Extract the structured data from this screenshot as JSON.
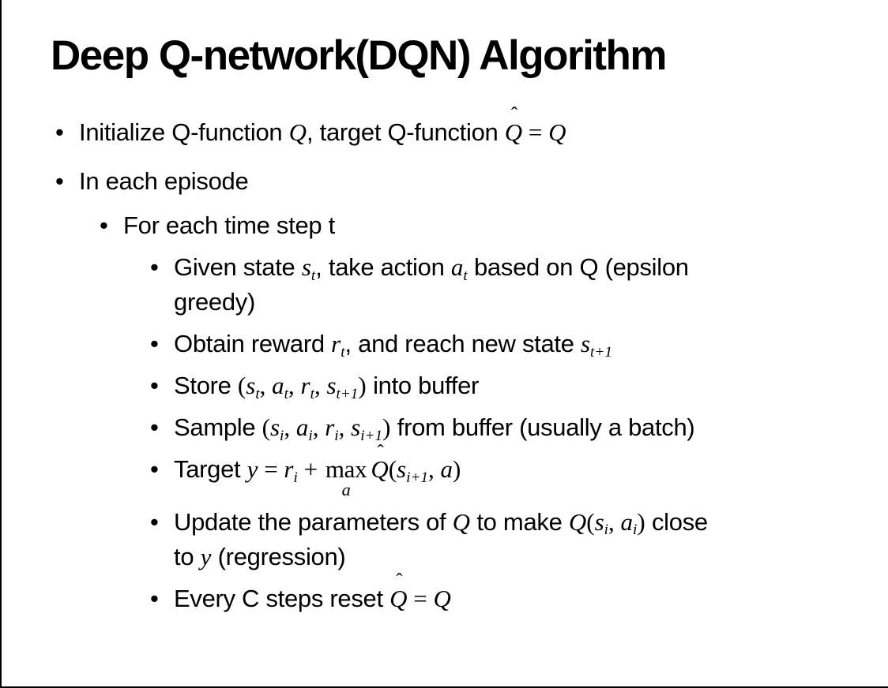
{
  "slide": {
    "title": "Deep Q-network(DQN) Algorithm",
    "bullet_glyph": "•",
    "colors": {
      "background": "#ffffff",
      "text": "#000000",
      "border": "#000000"
    },
    "bullets": [
      {
        "level": 1,
        "segments": [
          {
            "k": "t",
            "v": "Initialize Q-function "
          },
          {
            "k": "m",
            "v": "Q"
          },
          {
            "k": "t",
            "v": ", target Q-function "
          },
          {
            "k": "hat",
            "v": "Q"
          },
          {
            "k": "o",
            "v": " = "
          },
          {
            "k": "m",
            "v": "Q"
          }
        ]
      },
      {
        "level": 1,
        "segments": [
          {
            "k": "t",
            "v": "In each episode"
          }
        ]
      },
      {
        "level": 2,
        "segments": [
          {
            "k": "t",
            "v": "For each time step t"
          }
        ]
      },
      {
        "level": 3,
        "segments": [
          {
            "k": "t",
            "v": "Given state "
          },
          {
            "k": "sub",
            "b": "s",
            "s": "t"
          },
          {
            "k": "t",
            "v": ", take action "
          },
          {
            "k": "sub",
            "b": "a",
            "s": "t"
          },
          {
            "k": "t",
            "v": " based on Q (epsilon"
          },
          {
            "k": "br"
          },
          {
            "k": "t",
            "v": "greedy)"
          }
        ]
      },
      {
        "level": 3,
        "segments": [
          {
            "k": "t",
            "v": "Obtain reward "
          },
          {
            "k": "sub",
            "b": "r",
            "s": "t"
          },
          {
            "k": "t",
            "v": ", and reach new state "
          },
          {
            "k": "sub",
            "b": "s",
            "s": "t+1"
          }
        ]
      },
      {
        "level": 3,
        "segments": [
          {
            "k": "t",
            "v": "Store "
          },
          {
            "k": "o",
            "v": "("
          },
          {
            "k": "sub",
            "b": "s",
            "s": "t"
          },
          {
            "k": "o",
            "v": ", "
          },
          {
            "k": "sub",
            "b": "a",
            "s": "t"
          },
          {
            "k": "o",
            "v": ", "
          },
          {
            "k": "sub",
            "b": "r",
            "s": "t"
          },
          {
            "k": "o",
            "v": ", "
          },
          {
            "k": "sub",
            "b": "s",
            "s": "t+1"
          },
          {
            "k": "o",
            "v": ")"
          },
          {
            "k": "t",
            "v": " into buffer"
          }
        ]
      },
      {
        "level": 3,
        "segments": [
          {
            "k": "t",
            "v": "Sample "
          },
          {
            "k": "o",
            "v": "("
          },
          {
            "k": "sub",
            "b": "s",
            "s": "i"
          },
          {
            "k": "o",
            "v": ", "
          },
          {
            "k": "sub",
            "b": "a",
            "s": "i"
          },
          {
            "k": "o",
            "v": ", "
          },
          {
            "k": "sub",
            "b": "r",
            "s": "i"
          },
          {
            "k": "o",
            "v": ", "
          },
          {
            "k": "sub",
            "b": "s",
            "s": "i+1"
          },
          {
            "k": "o",
            "v": ")"
          },
          {
            "k": "t",
            "v": " from buffer (usually a batch)"
          }
        ]
      },
      {
        "level": 3,
        "segments": [
          {
            "k": "t",
            "v": "Target "
          },
          {
            "k": "m",
            "v": "y"
          },
          {
            "k": "o",
            "v": " = "
          },
          {
            "k": "sub",
            "b": "r",
            "s": "i"
          },
          {
            "k": "o",
            "v": " + "
          },
          {
            "k": "max",
            "v": "max",
            "s": "a"
          },
          {
            "k": "hat",
            "v": "Q"
          },
          {
            "k": "o",
            "v": "("
          },
          {
            "k": "sub",
            "b": "s",
            "s": "i+1"
          },
          {
            "k": "o",
            "v": ", "
          },
          {
            "k": "m",
            "v": "a"
          },
          {
            "k": "o",
            "v": ")"
          }
        ]
      },
      {
        "level": 3,
        "segments": [
          {
            "k": "t",
            "v": "Update the parameters of "
          },
          {
            "k": "m",
            "v": "Q"
          },
          {
            "k": "t",
            "v": " to make "
          },
          {
            "k": "m",
            "v": "Q"
          },
          {
            "k": "o",
            "v": "("
          },
          {
            "k": "sub",
            "b": "s",
            "s": "i"
          },
          {
            "k": "o",
            "v": ", "
          },
          {
            "k": "sub",
            "b": "a",
            "s": "i"
          },
          {
            "k": "o",
            "v": ")"
          },
          {
            "k": "t",
            "v": " close"
          },
          {
            "k": "br"
          },
          {
            "k": "t",
            "v": "to "
          },
          {
            "k": "m",
            "v": "y"
          },
          {
            "k": "t",
            "v": " (regression)"
          }
        ]
      },
      {
        "level": 3,
        "segments": [
          {
            "k": "t",
            "v": "Every C steps reset "
          },
          {
            "k": "hat",
            "v": "Q"
          },
          {
            "k": "o",
            "v": " = "
          },
          {
            "k": "m",
            "v": "Q"
          }
        ]
      }
    ]
  }
}
